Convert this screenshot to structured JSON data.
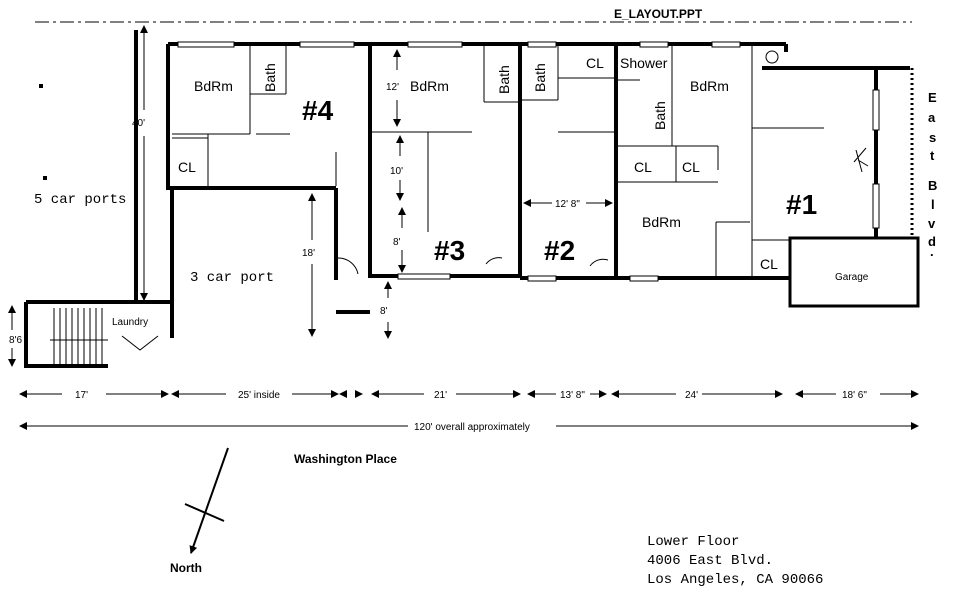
{
  "header": {
    "file_name": "E_LAYOUT.PPT"
  },
  "units": [
    {
      "id": "unit-4",
      "label": "#4"
    },
    {
      "id": "unit-3",
      "label": "#3"
    },
    {
      "id": "unit-2",
      "label": "#2"
    },
    {
      "id": "unit-1",
      "label": "#1"
    }
  ],
  "rooms": {
    "bdrm": "BdRm",
    "bath": "Bath",
    "cl": "CL",
    "shower": "Shower",
    "garage": "Garage",
    "laundry": "Laundry",
    "car_port_5": "5 car ports",
    "car_port_3": "3 car port"
  },
  "street_east": [
    "E",
    "a",
    "s",
    "t",
    "",
    "B",
    "l",
    "v",
    "d",
    "."
  ],
  "dimensions": {
    "d40": "40'",
    "d12": "12'",
    "d10": "10'",
    "d8a": "8'",
    "d8b": "8'",
    "d18": "18'",
    "d12_8": "12' 8\"",
    "d8_6": "8'6",
    "seg": [
      "17'",
      "25' inside",
      "21'",
      "13' 8\"",
      "24'",
      "18' 6\""
    ],
    "overall": "120' overall approximately"
  },
  "street_south": "Washington Place",
  "north": "North",
  "address": {
    "line1": "Lower Floor",
    "line2": "4006 East Blvd.",
    "line3": "Los Angeles, CA 90066"
  }
}
